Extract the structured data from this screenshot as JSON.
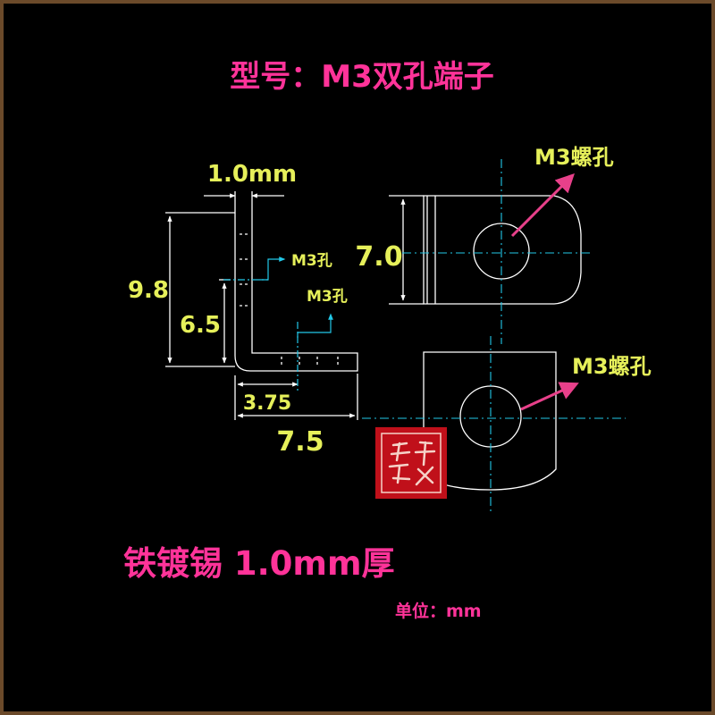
{
  "title": "型号：M3双孔端子",
  "side_view": {
    "dim_thickness": "1.0mm",
    "dim_total_height": "9.8",
    "dim_hole_height": "6.5",
    "dim_hole_offset": "3.75",
    "dim_base_length": "7.5",
    "hole_label_upper": "M3孔",
    "hole_label_lower": "M3孔"
  },
  "top_view": {
    "dim_width": "7.0",
    "hole_label": "M3螺孔"
  },
  "bottom_view": {
    "hole_label": "M3螺孔"
  },
  "material": "铁镀锡 1.0mm厚",
  "unit_label": "单位：mm",
  "colors": {
    "background": "#000000",
    "title": "#ff3399",
    "dimension_text": "#e6f05a",
    "line": "#ffffff",
    "centerline": "#22c8e8",
    "arrow": "#e8408a",
    "stamp": "#c0101a"
  }
}
